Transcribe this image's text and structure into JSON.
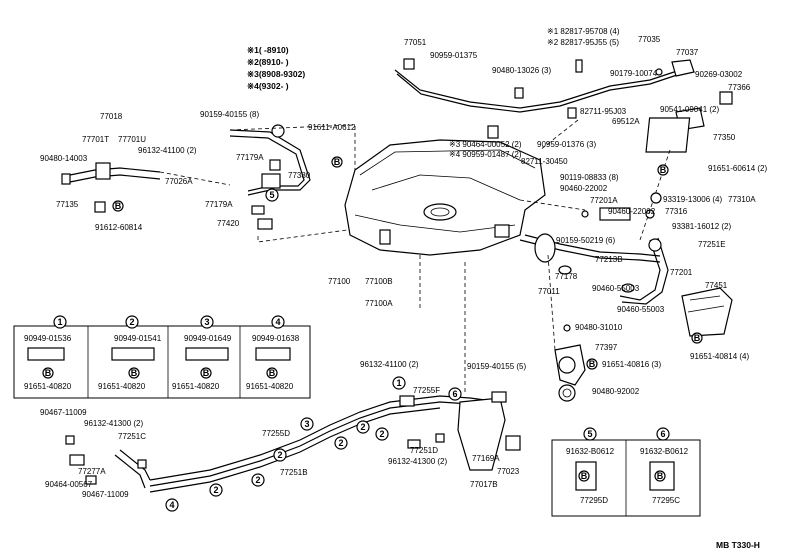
{
  "legend": {
    "l1": "※1(        -8910)",
    "l2": "※2(8910-        )",
    "l3": "※3(8908-9302)",
    "l4": "※4(9302-        )"
  },
  "labels": {
    "p77051": "77051",
    "p90959_01375": "90959-01375",
    "p82817_a": "※1 82817-95708 (4)",
    "p82817_b": "※2 82817-95J55 (5)",
    "p77035": "77035",
    "p77037": "77037",
    "p90480_13026": "90480-13026 (3)",
    "p90179_10074": "90179-10074",
    "p90269_03002": "90269-03002",
    "p77366": "77366",
    "p90541_09041": "90541-09041 (2)",
    "p82711_95j03": "82711-95J03",
    "p69512a": "69512A",
    "p77350": "77350",
    "p90159_40155_8": "90159-40155 (8)",
    "p91611_a0612": "91611-A0612",
    "p90464_00052": "※3 90464-00052 (2)",
    "p90959_01487": "※4 90959-01487 (2)",
    "p90959_01376": "90959-01376 (3)",
    "p82711_30450": "82711-30450",
    "p77018": "77018",
    "p77701t": "77701T",
    "p77701u": "77701U",
    "p96132_41100_2a": "96132-41100 (2)",
    "p90480_14003": "90480-14003",
    "p77179a_1": "77179A",
    "p77026a": "77026A",
    "p77380": "77380",
    "p77179a_2": "77179A",
    "p77135": "77135",
    "p91612_60814": "91612-60814",
    "p77420": "77420",
    "p90119_08833": "90119-08833 (8)",
    "p90460_22002_a": "90460-22002",
    "p77201a": "77201A",
    "p91651_60614": "91651-60614 (2)",
    "p93319_13006": "93319-13006 (4)",
    "p77310a": "77310A",
    "p90460_22002_b": "90460-22002",
    "p77316": "77316",
    "p93381_16012": "93381-16012 (2)",
    "p77251e": "77251E",
    "p90159_50219": "90159-50219 (6)",
    "p77213b": "77213B",
    "p77201": "77201",
    "p77451": "77451",
    "p77100": "77100",
    "p77100b": "77100B",
    "p77100a": "77100A",
    "p77178": "77178",
    "p77011": "77011",
    "p90460_55003_a": "90460-55003",
    "p90460_55003_b": "90460-55003",
    "p91651_40814": "91651-40814 (4)",
    "p90480_31010": "90480-31010",
    "p77397": "77397",
    "p91651_40816": "91651-40816 (3)",
    "p90480_92002": "90480-92002",
    "p96132_41100_2b": "96132-41100 (2)",
    "p90159_40155_5": "90159-40155 (5)",
    "p77255f": "77255F",
    "p90467_11009_a": "90467-11009",
    "p96132_41300_2a": "96132-41300 (2)",
    "p77251c": "77251C",
    "p77255d": "77255D",
    "p77251d": "77251D",
    "p96132_41300_2b": "96132-41300 (2)",
    "p77277a": "77277A",
    "p90464_00567": "90464-00567",
    "p90467_11009_b": "90467-11009",
    "p77251b": "77251B",
    "p77169a": "77169A",
    "p77023": "77023",
    "p77017b": "77017B",
    "footer": "MB  T330-H"
  },
  "clip_boxes": [
    {
      "num": "1",
      "part": "90949-01536",
      "bolt": "91651-40820"
    },
    {
      "num": "2",
      "part": "90949-01541",
      "bolt": "91651-40820"
    },
    {
      "num": "3",
      "part": "90949-01649",
      "bolt": "91651-40820"
    },
    {
      "num": "4",
      "part": "90949-01638",
      "bolt": "91651-40820"
    }
  ],
  "bracket_boxes": [
    {
      "num": "5",
      "part": "91632-B0612",
      "name": "77295D"
    },
    {
      "num": "6",
      "part": "91632-B0612",
      "name": "77295C"
    }
  ],
  "marker_b": "B"
}
